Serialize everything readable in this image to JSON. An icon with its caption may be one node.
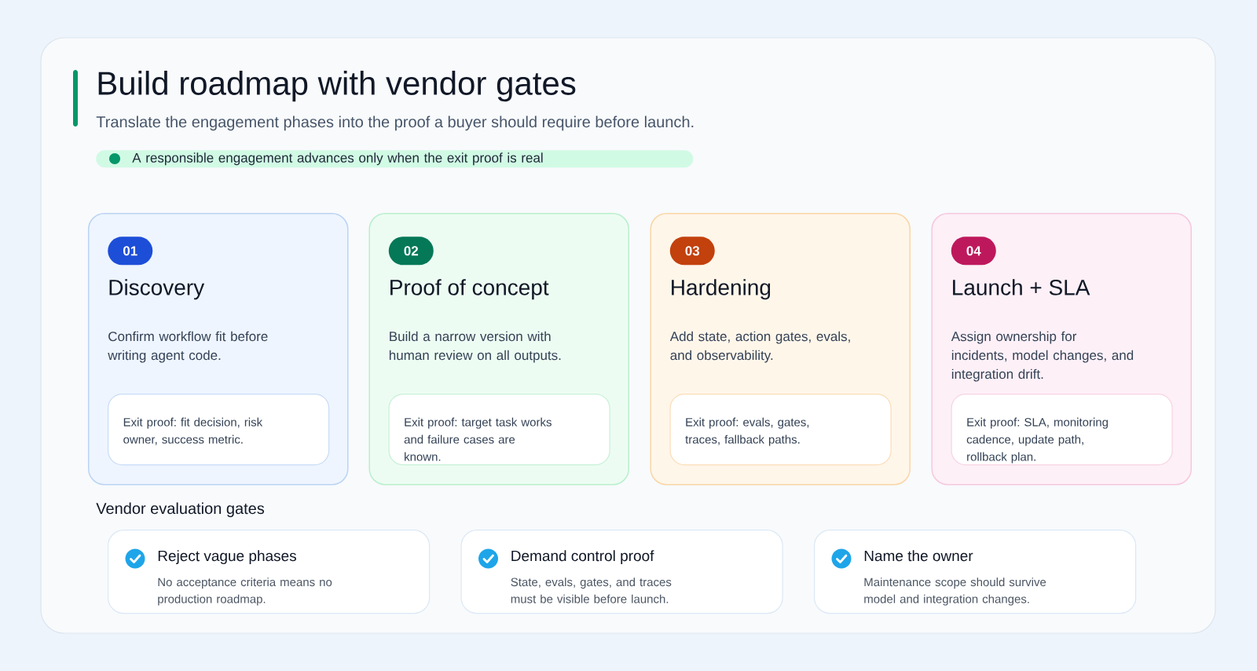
{
  "diagram": {
    "title": "Build roadmap with vendor gates",
    "nodes": [
      {
        "text": [
          "A responsible engagement advances only when the exit proof is real"
        ]
      },
      {
        "text": [
          "Discovery",
          "Confirm workflow fit before writing agent code."
        ]
      },
      {
        "text": [
          "01"
        ],
        "in": 1
      },
      {
        "text": [
          "Exit proof: fit decision, risk owner, success metric."
        ],
        "in": 1
      },
      {
        "text": [
          "Proof of concept",
          "Build a narrow version with human review on all outputs."
        ]
      },
      {
        "text": [
          "02"
        ],
        "in": 4
      },
      {
        "text": [
          "Exit proof: target task works and failure cases are known."
        ],
        "in": 4
      },
      {
        "text": [
          "Hardening",
          "Add state, action gates, evals, and observability."
        ]
      },
      {
        "text": [
          "03"
        ],
        "in": 7
      },
      {
        "text": [
          "Exit proof: evals, gates, traces, fallback paths."
        ],
        "in": 7
      },
      {
        "text": [
          "Launch + SLA",
          "Assign ownership for incidents, model changes, and integration drift."
        ]
      },
      {
        "text": [
          "04"
        ],
        "in": 10
      },
      {
        "text": [
          "Exit proof: SLA, monitoring cadence, update path, rollback plan."
        ],
        "in": 10
      },
      {
        "text": [
          "Reject vague phases",
          "No acceptance criteria means no production roadmap."
        ]
      },
      {
        "text": [
          "Demand control proof",
          "State, evals, gates, and traces must be visible before launch."
        ]
      },
      {
        "text": [
          "Name the owner",
          "Maintenance scope should survive model and integration changes."
        ]
      }
    ],
    "labels": [
      "Translate the engagement phases into the proof a buyer should require before launch.",
      "Vendor evaluation gates"
    ]
  }
}
